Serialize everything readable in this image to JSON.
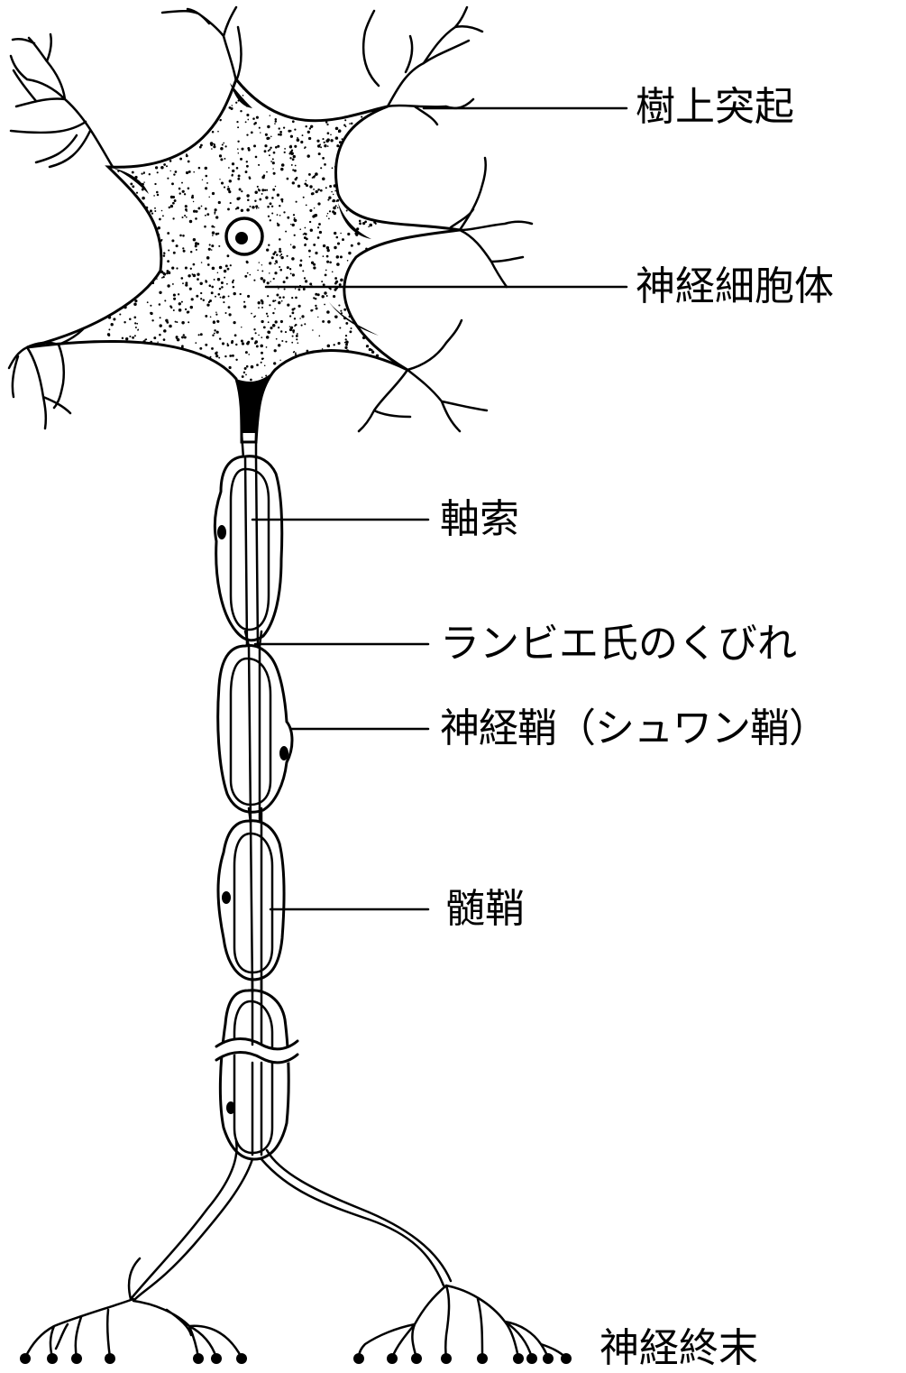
{
  "diagram": {
    "labels": {
      "dendrite": "樹上突起",
      "cell_body": "神経細胞体",
      "axon": "軸索",
      "node_of_ranvier": "ランビエ氏のくびれ",
      "neurilemma": "神経鞘（シュワン鞘）",
      "myelin_sheath": "髄鞘",
      "nerve_terminal": "神経終末"
    },
    "colors": {
      "ink": "#000000",
      "background": "#ffffff"
    }
  }
}
